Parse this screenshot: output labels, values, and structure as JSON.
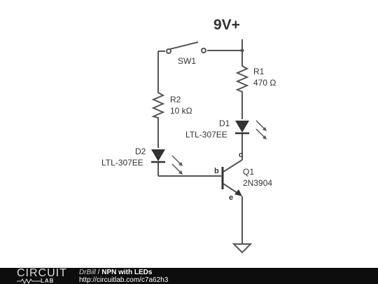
{
  "schematic": {
    "supply": "9V+",
    "switch": {
      "ref": "SW1"
    },
    "r1": {
      "ref": "R1",
      "value": "470 Ω"
    },
    "r2": {
      "ref": "R2",
      "value": "10 kΩ"
    },
    "d1": {
      "ref": "D1",
      "part": "LTL-307EE"
    },
    "d2": {
      "ref": "D2",
      "part": "LTL-307EE"
    },
    "q1": {
      "ref": "Q1",
      "part": "2N3904",
      "pin_c": "c",
      "pin_b": "b",
      "pin_e": "e"
    }
  },
  "footer": {
    "logo_top": "CIRCUIT",
    "logo_bottom": "LAB",
    "author": "DrBill",
    "separator": " / ",
    "title": "NPN with LEDs",
    "url": "http://circuitlab.com/c7a62h3"
  },
  "colors": {
    "wire": "#555555",
    "text": "#333333",
    "component_fill": "#333333",
    "footer_bg": "#0d0d0d"
  },
  "icons": [
    "resistor-icon",
    "led-icon",
    "npn-transistor-icon",
    "switch-icon",
    "ground-icon"
  ]
}
